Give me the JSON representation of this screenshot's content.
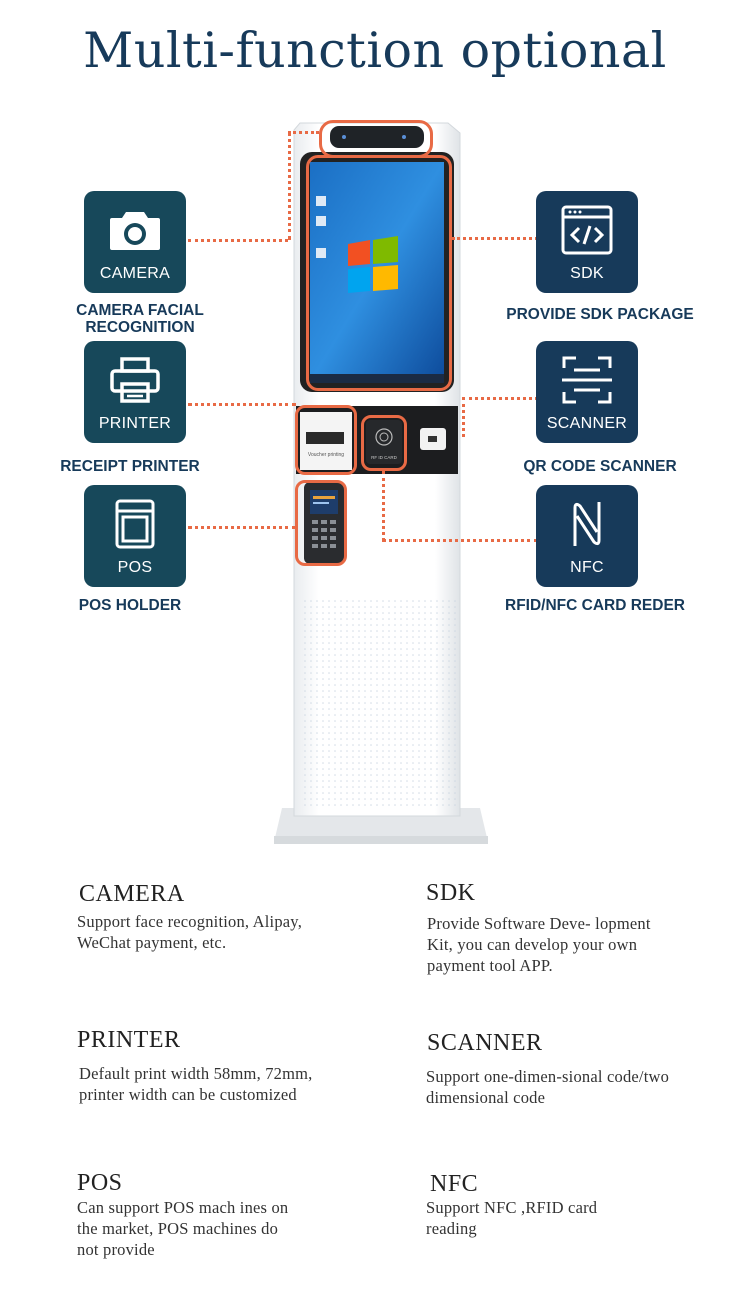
{
  "title": "Multi-function optional",
  "colors": {
    "tile_left": "#17485a",
    "tile_right": "#173a5a",
    "highlight": "#e86a45",
    "caption": "#173a5a"
  },
  "tiles": {
    "camera": {
      "label": "CAMERA",
      "caption": "CAMERA FACIAL RECOGNITION",
      "icon": "camera-icon"
    },
    "printer": {
      "label": "PRINTER",
      "caption": "RECEIPT PRINTER",
      "icon": "printer-icon"
    },
    "pos": {
      "label": "POS",
      "caption": "POS HOLDER",
      "icon": "pos-icon"
    },
    "sdk": {
      "label": "SDK",
      "caption": "PROVIDE SDK  PACKAGE",
      "icon": "code-window-icon"
    },
    "scanner": {
      "label": "SCANNER",
      "caption": "QR CODE SCANNER",
      "icon": "scan-icon"
    },
    "nfc": {
      "label": "NFC",
      "caption": "RFID/NFC CARD REDER",
      "icon": "nfc-icon"
    }
  },
  "kiosk": {
    "receipt_text": "Voucher printing",
    "card_text": "RF ID CARD"
  },
  "features": {
    "camera": {
      "title": "CAMERA",
      "text": "Support face recognition, Alipay, WeChat payment, etc."
    },
    "sdk": {
      "title": "SDK",
      "text": "Provide Software Deve- lopment Kit, you can develop your own payment tool APP."
    },
    "printer": {
      "title": "PRINTER",
      "text": "Default print width 58mm, 72mm, printer width can be customized"
    },
    "scanner": {
      "title": "SCANNER",
      "text": "Support one-dimen-sional code/two dimensional code"
    },
    "pos": {
      "title": "POS",
      "text": "Can support POS mach ines on the market, POS machines do not provide"
    },
    "nfc": {
      "title": "NFC",
      "text": "Support NFC ,RFID card reading"
    }
  }
}
